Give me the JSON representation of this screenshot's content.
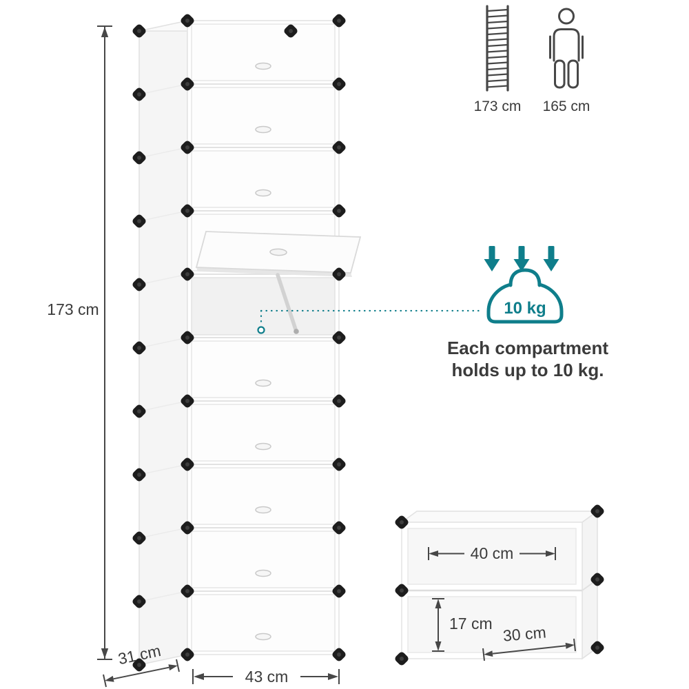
{
  "palette": {
    "background": "#ffffff",
    "teal_accent": "#0F7E8B",
    "text_dark": "#3B3B3B",
    "dimension_line": "#474747",
    "connector_black": "#1D1D1D"
  },
  "tower": {
    "height_label": "173 cm",
    "width_label": "43 cm",
    "depth_label": "31 cm"
  },
  "height_comparison": {
    "ladder_height_label": "173 cm",
    "person_height_label": "165 cm"
  },
  "load_capacity": {
    "weight_label": "10 kg",
    "caption_line1": "Each compartment",
    "caption_line2": "holds up to 10 kg."
  },
  "small_unit": {
    "inner_width_label": "40 cm",
    "inner_height_label": "17 cm",
    "inner_depth_label": "30 cm"
  },
  "icons": {
    "ladder": "ladder-icon",
    "person": "person-icon",
    "down_arrows": "triple-down-arrows-icon",
    "weight_badge": "weight-badge-icon",
    "connector": "connector-knob"
  }
}
